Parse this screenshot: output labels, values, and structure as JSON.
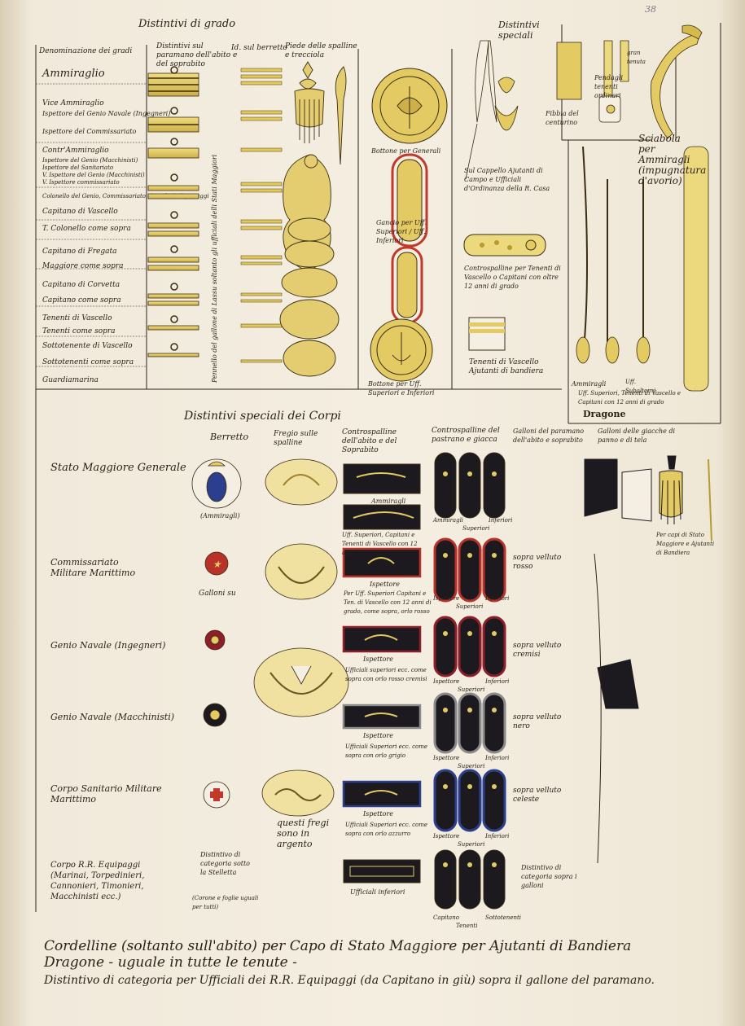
{
  "page_number": "38",
  "top": {
    "section_title": "Distintivi di grado",
    "col_headers": {
      "denominazione": "Denominazione dei gradi",
      "paramano": "Distintivi sul paramano dell'abito e del soprabito",
      "berretto": "Id. sul berretto",
      "spalline": "Piede delle spalline e trecciola"
    },
    "ranks": [
      "Ammiraglio",
      "Vice Ammiraglio",
      "Ispettore del Genio Navale (Ingegneri)",
      "Ispettore del Commissariato",
      "Contr'Ammiraglio",
      "Ispettore del Genio (Macchinisti)",
      "Ispettore del Sanitariato",
      "V. Ispettore del Genio (Macchinisti)",
      "V. Ispettore commissariato",
      "Colonello del Genio, Commissariato, Sanità, R. Equipaggi",
      "Capitano di Vascello",
      "T. Colonello come sopra",
      "Capitano di Fregata",
      "Maggiore come sopra",
      "Capitano di Corvetta",
      "Capitano come sopra",
      "Tenenti di Vascello",
      "Tenenti come sopra",
      "Sottotenente di Vascello",
      "Sottotenenti come sopra",
      "Guardiamarina"
    ],
    "vertical_note": "Pennello del gallone di Lassu soltanto gli ufficiali delli Stati Maggiori",
    "button_generals": "Bottone per Generali",
    "gancio": "Gancio per Uff. Superiori / Uff. Inferiori",
    "button_officers": "Bottone per Uff. Superiori e Inferiori"
  },
  "special": {
    "title": "Distintivi speciali",
    "pennacchio": "Sul Cappello Ajutanti di Campo e Ufficiali d'Ordinanza della R. Casa",
    "controspallina_note": "Controspalline per Tenenti di Vascello o Capitani con oltre 12 anni di grado",
    "tenenti_note": "Tenenti di Vascello Ajutanti di bandiera",
    "fibbia": "Fibbia del centurino",
    "pendagli": "Pendagli tenenti ordinari",
    "gran_tenuta": "gran tenuta",
    "sciabola": "Sciabola per Ammiragli (impugnatura d'avorio)",
    "dragone": "Dragone",
    "dragone_note_1": "Ammiragli",
    "dragone_note_2": "Uff. Superiori, Tenenti di Vascello e Capitani con 12 anni di grado",
    "dragone_note_3": "Uff. Subalterni"
  },
  "corps": {
    "title": "Distintivi speciali dei Corpi",
    "col_headers": {
      "berretto": "Berretto",
      "fregio": "Fregio sulle spalline",
      "controspalline_abito": "Controspalline dell'abito e del Soprabito",
      "controspalline_pastrano": "Controspalline del pastrano e giacca",
      "galloni_paramano": "Galloni del paramano dell'abito e soprabito",
      "galloni_giacche": "Galloni delle giacche di panno e di tela"
    },
    "rows": [
      {
        "name": "Stato Maggiore Generale",
        "beret_note": "(Ammiragli)",
        "c1": "Ammiragli",
        "c2": "Uff. Superiori, Capitani e Tenenti di Vascello con 12 anni",
        "p1": "Ammiragli",
        "p2": "Superiori",
        "p3": "Inferiori",
        "velluto": ""
      },
      {
        "name": "Commissariato Militare Marittimo",
        "beret_note": "Galloni su",
        "c1": "Ispettore",
        "c2": "Per Uff. Superiori Capitani e Ten. di Vascello con 12 anni di grado, come sopra, orlo rosso",
        "p1": "Ispettore",
        "p2": "Superiori",
        "p3": "Inferiori",
        "velluto": "sopra velluto rosso"
      },
      {
        "name": "Genio Navale (Ingegneri)",
        "beret_note": "",
        "c1": "Ispettore",
        "c2": "Ufficiali superiori ecc. come sopra con orlo rosso cremisi",
        "p1": "Ispettore",
        "p2": "Superiori",
        "p3": "Inferiori",
        "velluto": "sopra velluto cremisi"
      },
      {
        "name": "Genio Navale (Macchinisti)",
        "beret_note": "",
        "c1": "Ispettore",
        "c2": "Ufficiali Superiori ecc. come sopra con orlo grigio",
        "p1": "Ispettore",
        "p2": "Superiori",
        "p3": "Inferiori",
        "velluto": "sopra velluto nero"
      },
      {
        "name": "Corpo Sanitario Militare Marittimo",
        "beret_note": "",
        "c1": "Ispettore",
        "c2": "Ufficiali Superiori ecc. come sopra con orlo azzurro",
        "p1": "Ispettore",
        "p2": "Superiori",
        "p3": "Inferiori",
        "velluto": "sopra velluto celeste"
      },
      {
        "name": "Corpo R.R. Equipaggi (Marinai, Torpedinieri, Cannonieri, Timonieri, Macchinisti ecc.)",
        "beret_note": "Distintivo di categoria sotto la Stelletta",
        "beret_note2": "(Corone e foglie uguali per tutti)",
        "c1": "",
        "c2": "Ufficiali inferiori",
        "p1": "Capitano",
        "p2": "Tenenti",
        "p3": "Sottotenenti",
        "velluto": "Distintivo di categoria sopra i galloni"
      }
    ],
    "fregio_note": "questi fregi sono in argento",
    "galloni_giacche_note": "Per capi di Stato Maggiore e Ajutanti di Bandiera"
  },
  "footer": [
    "Cordelline (soltanto sull'abito) per Capo di Stato Maggiore per Ajutanti di Bandiera",
    "Dragone - uguale in tutte le tenute -",
    "Distintivo di categoria per Ufficiali dei R.R. Equipaggi (da Capitano in giù) sopra il gallone del paramano."
  ],
  "colors": {
    "gold": "#e6cf6a",
    "gold_dark": "#b89b30",
    "ink": "#2b2117",
    "black_cloth": "#1c1a1e",
    "red": "#b8322a",
    "crimson": "#8e1f2a",
    "blue": "#2c3f8e",
    "grey": "#8a8a8a",
    "paper": "#f3ecdd"
  }
}
